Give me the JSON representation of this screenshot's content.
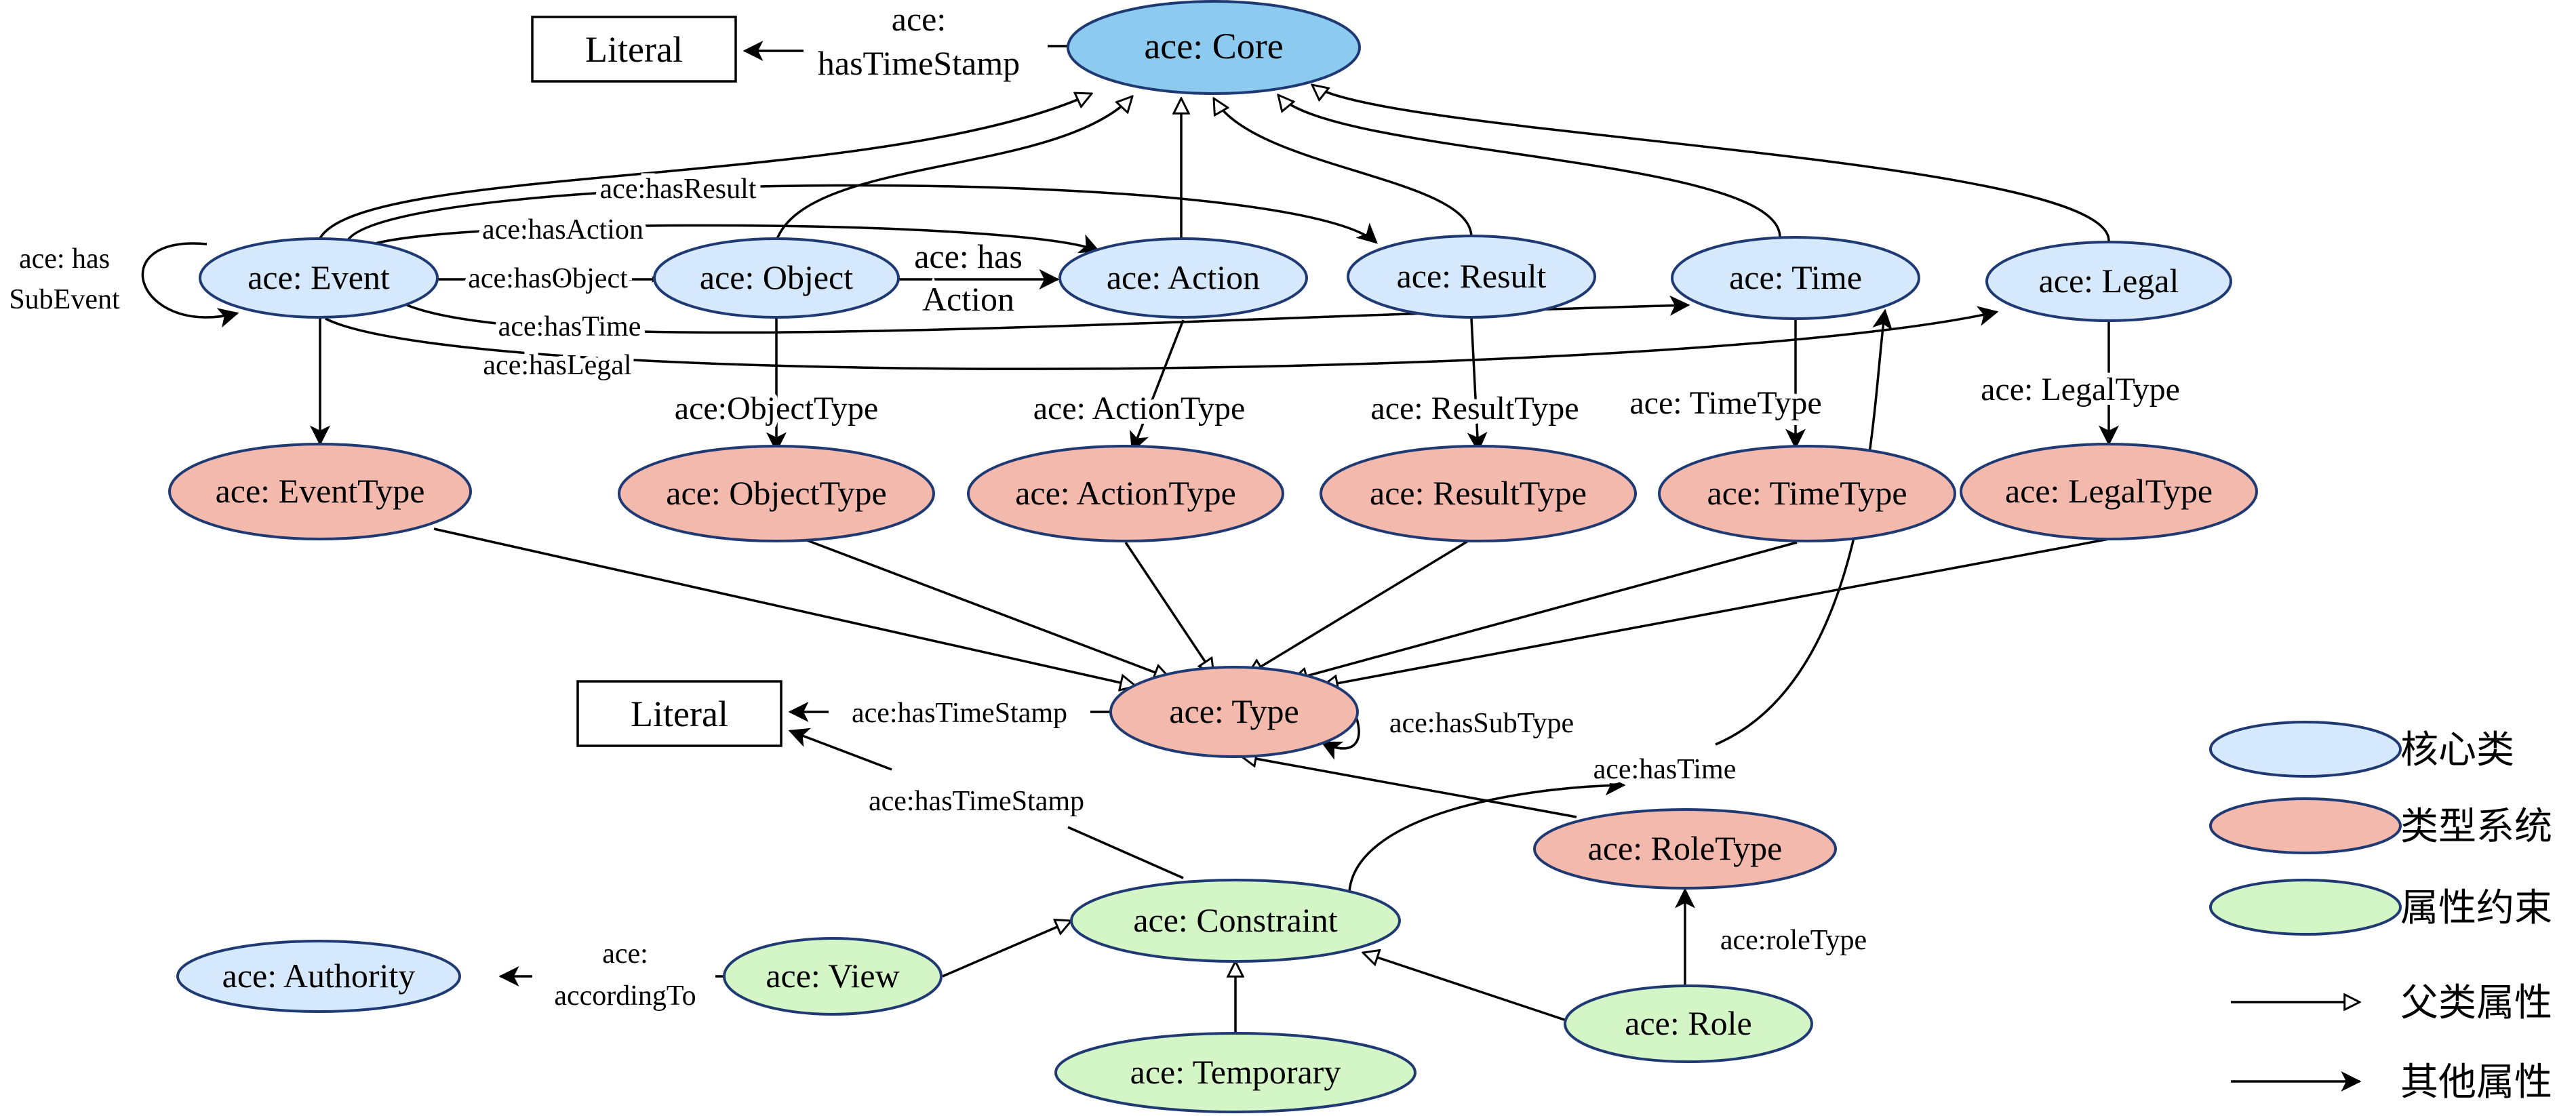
{
  "colors": {
    "core_top": "#8ccaf0",
    "core": "#d6e8fb",
    "type": "#f4b9ad",
    "constraint": "#d4f5c6",
    "ellipse_border": "#1f3a73",
    "line": "#000000"
  },
  "nodes": {
    "literal_top": "Literal",
    "core": "ace: Core",
    "event": "ace: Event",
    "object": "ace: Object",
    "action": "ace: Action",
    "result": "ace: Result",
    "time": "ace: Time",
    "legal": "ace: Legal",
    "event_type": "ace: EventType",
    "object_type": "ace: ObjectType",
    "action_type": "ace: ActionType",
    "result_type": "ace: ResultType",
    "time_type": "ace: TimeType",
    "legal_type": "ace: LegalType",
    "literal_mid": "Literal",
    "type": "ace: Type",
    "role_type": "ace: RoleType",
    "constraint": "ace: Constraint",
    "authority": "ace: Authority",
    "view": "ace: View",
    "role": "ace: Role",
    "temporary": "ace: Temporary"
  },
  "edges": {
    "core_timestamp_1": "ace:",
    "core_timestamp_2": "hasTimeStamp",
    "sub_event_1": "ace: has",
    "sub_event_2": "SubEvent",
    "has_result": "ace:hasResult",
    "has_action": "ace:hasAction",
    "has_object": "ace:hasObject",
    "has_action_obj_1": "ace: has",
    "has_action_obj_2": "Action",
    "has_time": "ace:hasTime",
    "has_legal": "ace:hasLegal",
    "object_type_prop": "ace:ObjectType",
    "action_type_prop": "ace: ActionType",
    "result_type_prop": "ace: ResultType",
    "time_type_prop": "ace: TimeType",
    "legal_type_prop": "ace: LegalType",
    "type_timestamp": "ace:hasTimeStamp",
    "has_sub_type": "ace:hasSubType",
    "constraint_timestamp": "ace:hasTimeStamp",
    "constraint_has_time": "ace:hasTime",
    "role_type_prop": "ace:roleType",
    "according_to_1": "ace:",
    "according_to_2": "accordingTo"
  },
  "legend": {
    "core_class": "核心类",
    "type_system": "类型系统",
    "attribute_constraint": "属性约束",
    "parent_property": "父类属性",
    "other_property": "其他属性"
  }
}
